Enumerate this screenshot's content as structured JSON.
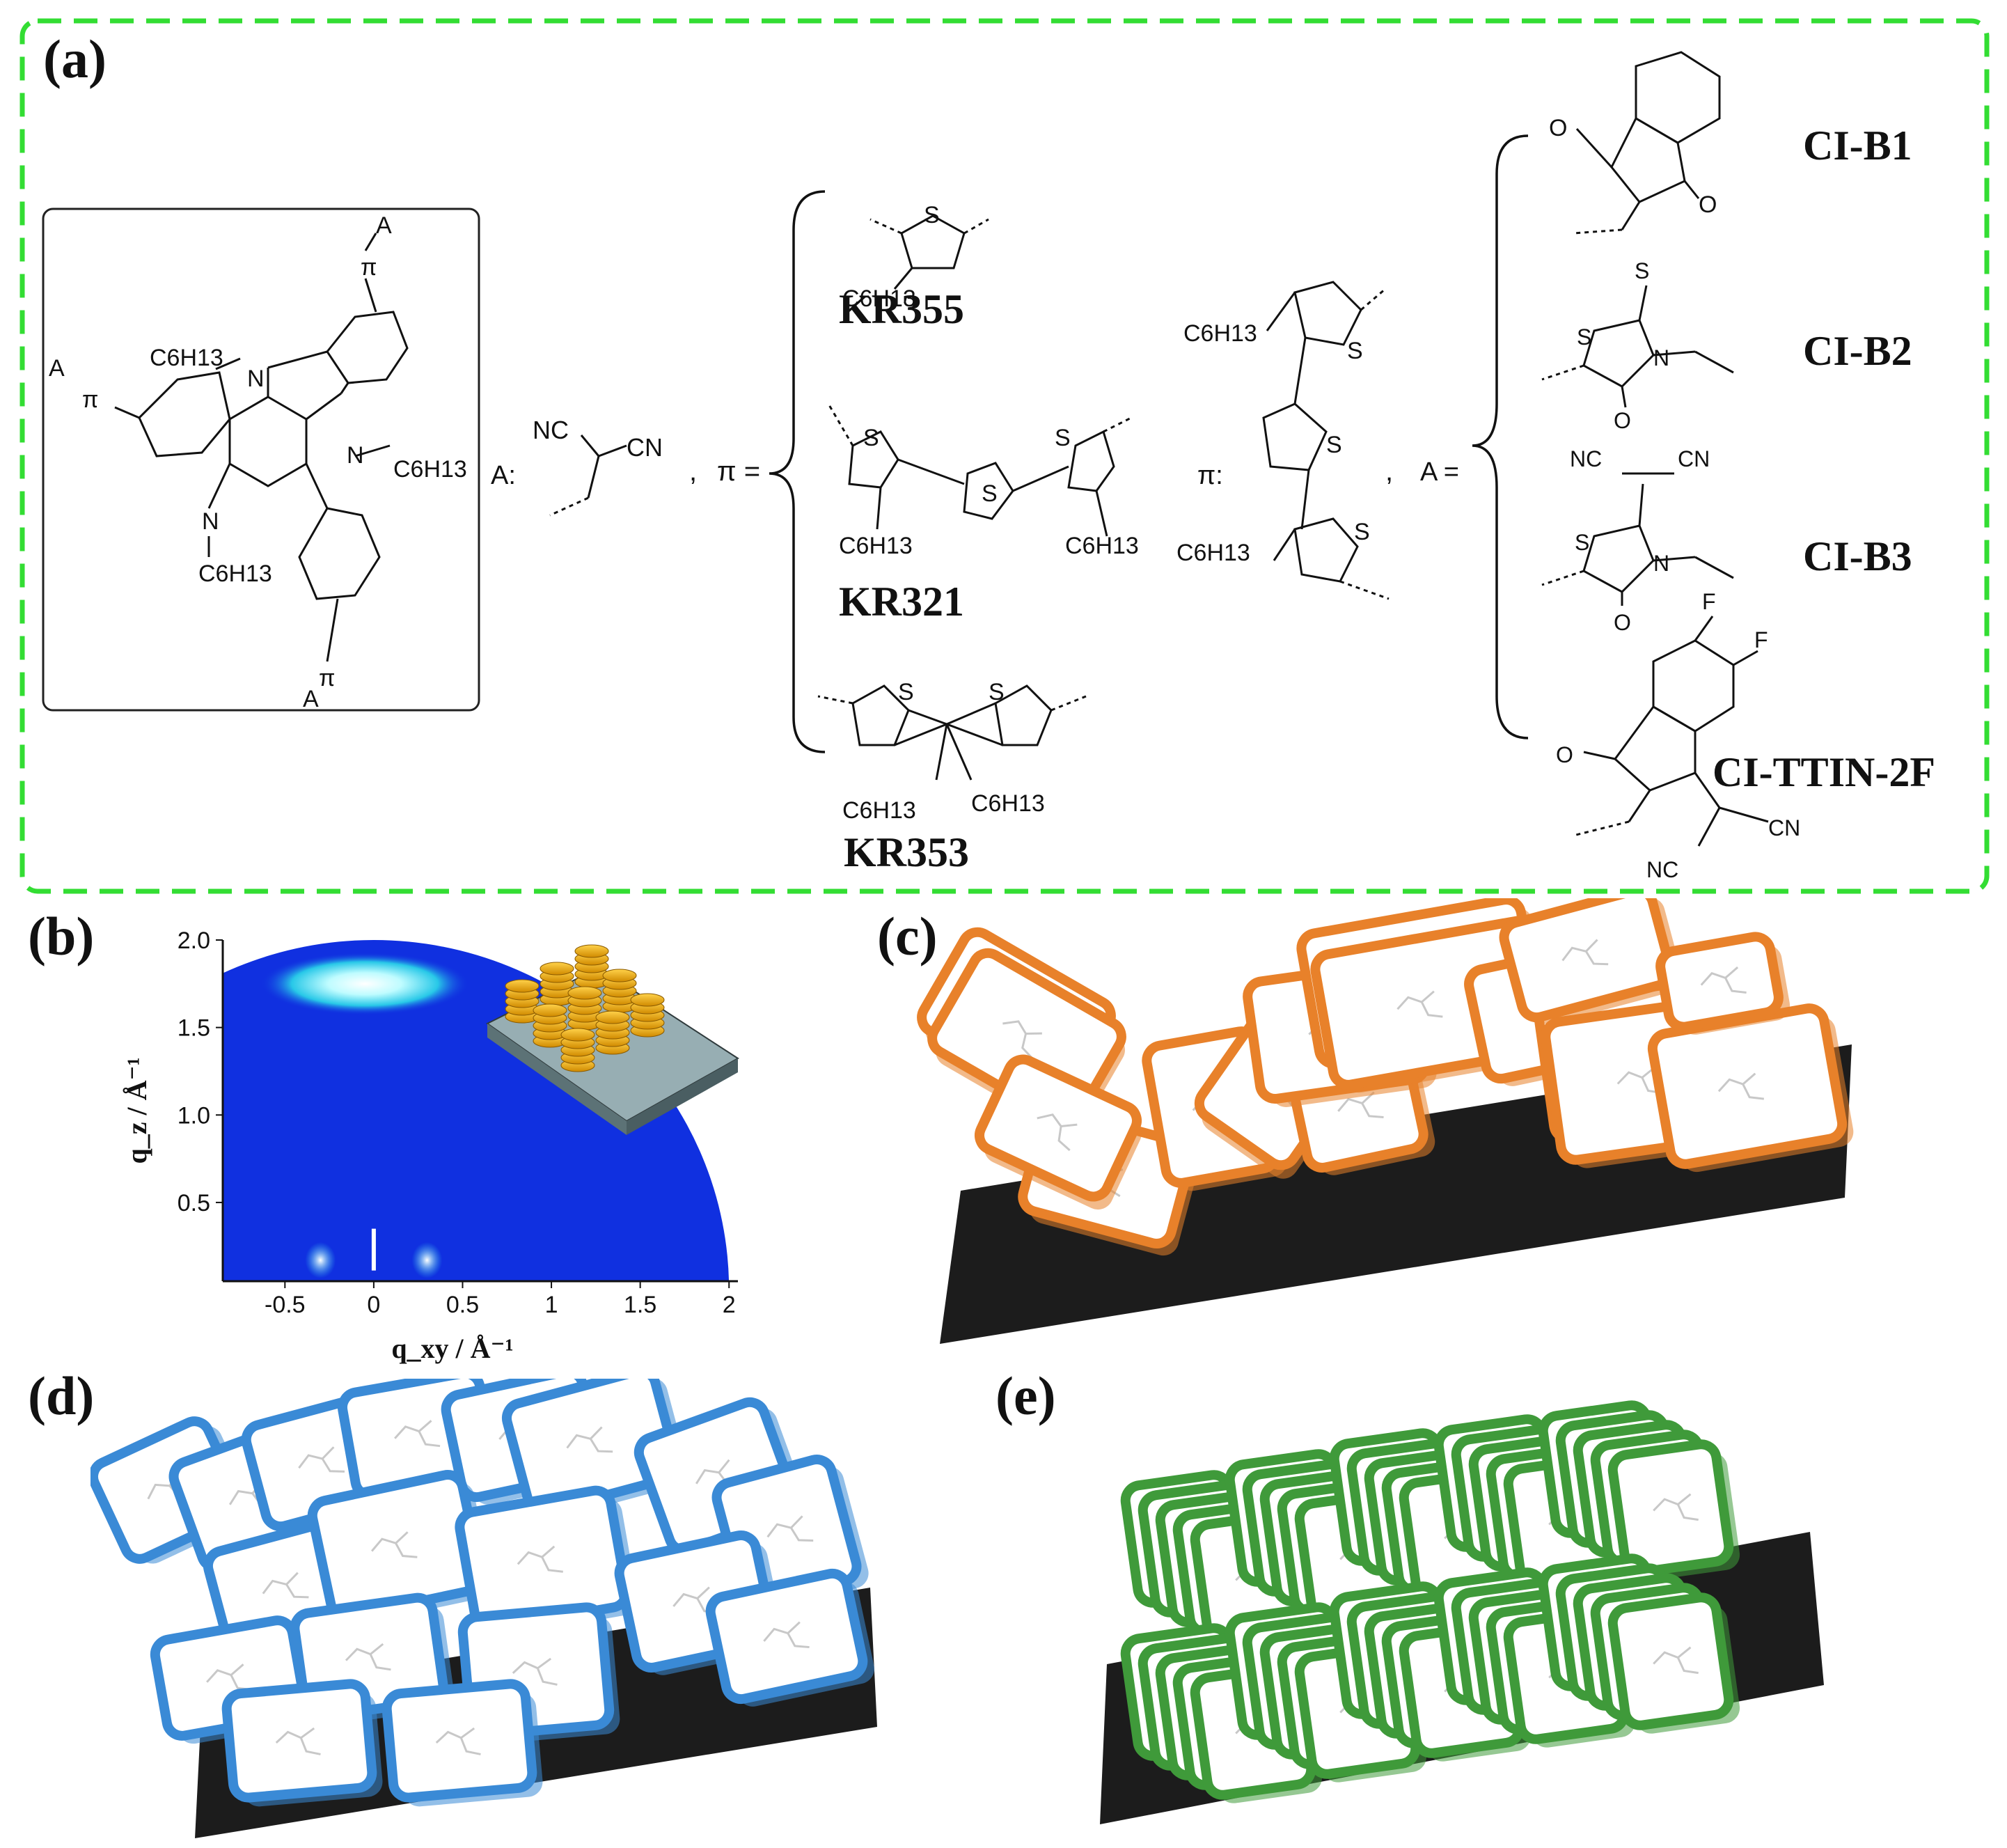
{
  "panels": {
    "a": "(a)",
    "b": "(b)",
    "c": "(c)",
    "d": "(d)",
    "e": "(e)"
  },
  "colors": {
    "frame": "#33dd33",
    "orange": "#e8812a",
    "blue": "#3a8ad6",
    "green": "#3f9a3a",
    "giwaxs_bg": "#1030e0",
    "substrate": "#1c1c1c"
  },
  "core": {
    "A": "A",
    "pi": "π",
    "n_sub": "C6H13",
    "N": "N"
  },
  "acceptor_label": "A:",
  "acceptor_groups": {
    "nc": "NC",
    "cn": "CN"
  },
  "pi_eq": "π =",
  "pi_colon": "π:",
  "a_eq": "A =",
  "comma": ",",
  "atoms": {
    "S": "S",
    "O": "O",
    "F": "F",
    "N": "N"
  },
  "hexyl": "C6H13",
  "donors": [
    "KR355",
    "KR321",
    "KR353"
  ],
  "acceptors": [
    "CI-B1",
    "CI-B2",
    "CI-B3",
    "CI-TTIN-2F"
  ],
  "chart_data": {
    "type": "heatmap",
    "xlabel": "q_xy / Å⁻¹",
    "ylabel": "q_z / Å⁻¹",
    "xlim": [
      -0.85,
      2.05
    ],
    "ylim": [
      0.05,
      2.0
    ],
    "xticks": [
      "-0.5",
      "0",
      "0.5",
      "1",
      "1.5",
      "2"
    ],
    "yticks": [
      "0.5",
      "1.0",
      "1.5",
      "2.0"
    ],
    "x_tick_values": [
      -0.5,
      0,
      0.5,
      1,
      1.5,
      2
    ],
    "y_tick_values": [
      0.5,
      1.0,
      1.5,
      2.0
    ]
  }
}
